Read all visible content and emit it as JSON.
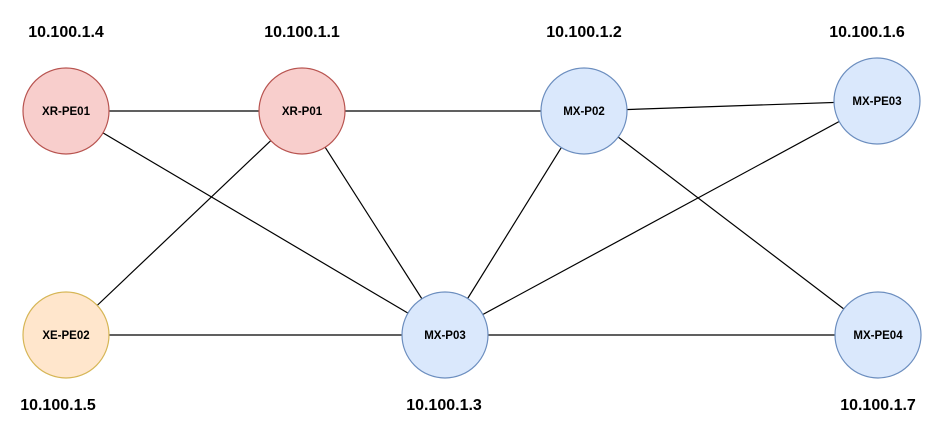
{
  "colors": {
    "cisco_xr": {
      "fill": "#f8cecc",
      "stroke": "#b85450"
    },
    "cisco_xe": {
      "fill": "#ffe6cc",
      "stroke": "#d6b656"
    },
    "juniper_mx": {
      "fill": "#dae8fc",
      "stroke": "#6c8ebf"
    },
    "link": "#000000"
  },
  "nodes": [
    {
      "id": "xr-pe01",
      "label": "XR-PE01",
      "ip": "10.100.1.4",
      "color": "cisco_xr"
    },
    {
      "id": "xr-p01",
      "label": "XR-P01",
      "ip": "10.100.1.1",
      "color": "cisco_xr"
    },
    {
      "id": "mx-p02",
      "label": "MX-P02",
      "ip": "10.100.1.2",
      "color": "juniper_mx"
    },
    {
      "id": "mx-pe03",
      "label": "MX-PE03",
      "ip": "10.100.1.6",
      "color": "juniper_mx"
    },
    {
      "id": "xe-pe02",
      "label": "XE-PE02",
      "ip": "10.100.1.5",
      "color": "cisco_xe"
    },
    {
      "id": "mx-p03",
      "label": "MX-P03",
      "ip": "10.100.1.3",
      "color": "juniper_mx"
    },
    {
      "id": "mx-pe04",
      "label": "MX-PE04",
      "ip": "10.100.1.7",
      "color": "juniper_mx"
    }
  ],
  "links": [
    {
      "from": "xr-pe01",
      "to": "xr-p01"
    },
    {
      "from": "xr-p01",
      "to": "mx-p02"
    },
    {
      "from": "mx-p02",
      "to": "mx-pe03"
    },
    {
      "from": "xr-pe01",
      "to": "mx-p03"
    },
    {
      "from": "xr-p01",
      "to": "xe-pe02"
    },
    {
      "from": "xr-p01",
      "to": "mx-p03"
    },
    {
      "from": "mx-p02",
      "to": "mx-p03"
    },
    {
      "from": "mx-p02",
      "to": "mx-pe04"
    },
    {
      "from": "mx-pe03",
      "to": "mx-p03"
    },
    {
      "from": "xe-pe02",
      "to": "mx-p03"
    },
    {
      "from": "mx-p03",
      "to": "mx-pe04"
    }
  ]
}
